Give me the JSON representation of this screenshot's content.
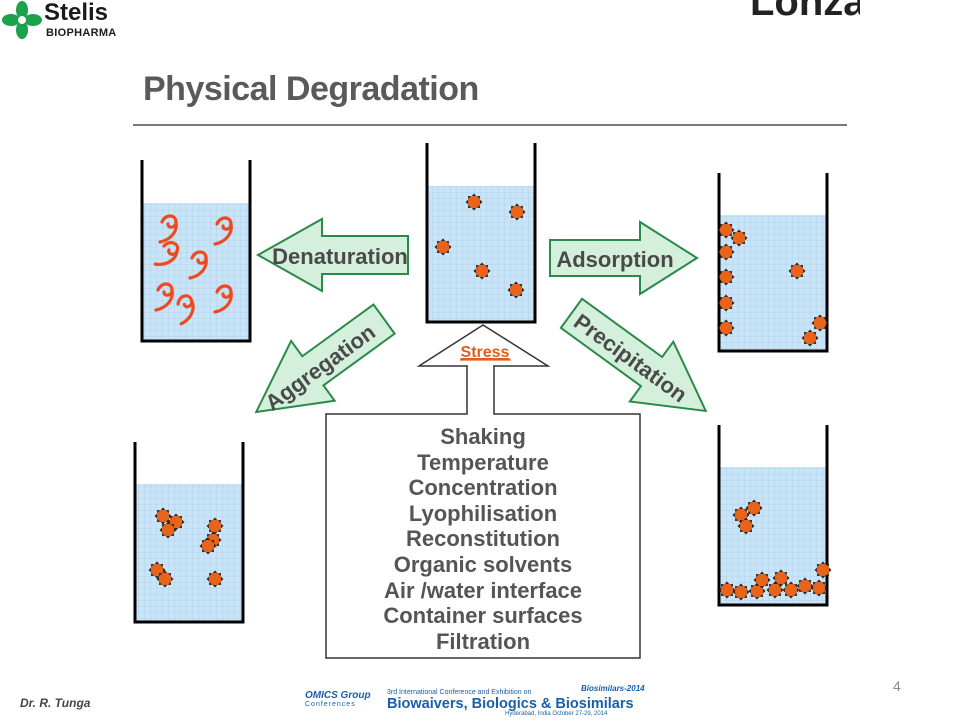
{
  "header": {
    "logo_name": "Stelis",
    "logo_sub": "BIOPHARMA",
    "watermark": "Lonza"
  },
  "slide": {
    "title": "Physical Degradation",
    "page_number": "4"
  },
  "diagram": {
    "arrows": {
      "denaturation": "Denaturation",
      "adsorption": "Adsorption",
      "aggregation": "Aggregation",
      "precipitation": "Precipitation"
    },
    "stress_label": "Stress",
    "stress_factors": [
      "Shaking",
      "Temperature",
      "Concentration",
      "Lyophilisation",
      "Reconstitution",
      "Organic solvents",
      "Air /water interface",
      "Container surfaces",
      "Filtration"
    ]
  },
  "footer": {
    "author": "Dr. R. Tunga",
    "banner_group": "OMICS Group",
    "banner_group_sub": "Conferences",
    "banner_intro": "3rd International Conference and Exhibition on",
    "banner_title": "Biowaivers, Biologics & Biosimilars",
    "banner_tag": "Biosimilars-2014",
    "banner_location": "Hyderabad, India  October 27-29, 2014"
  },
  "colors": {
    "liquid": "#c9e3f7",
    "arrow_fill": "#d4f0dc",
    "arrow_stroke": "#2b8a4a",
    "arrow_text": "#4a4a4a",
    "particle": "#e8641a",
    "stress_text": "#e55a1f",
    "logo_green": "#1ba24a"
  }
}
